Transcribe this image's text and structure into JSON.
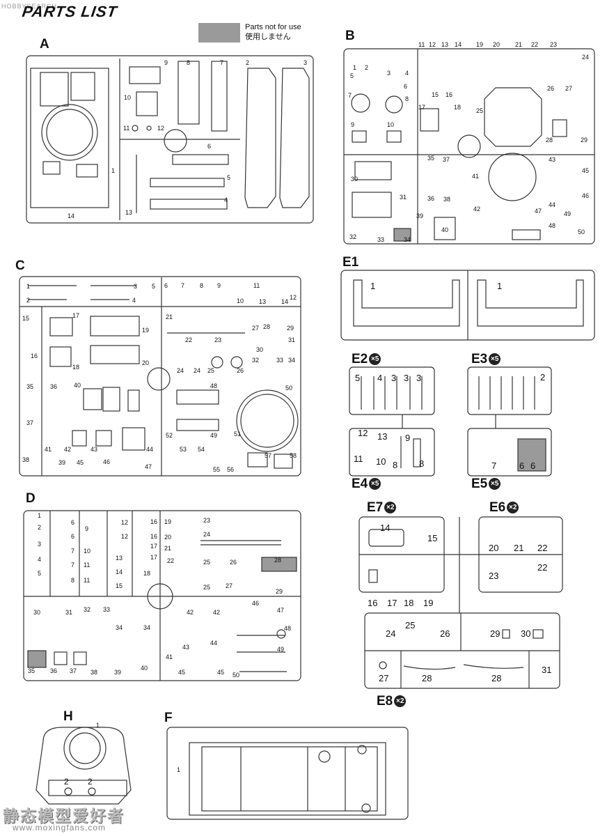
{
  "header": {
    "title": "PARTS LIST",
    "watermark_top": "HOBBYSEARCH"
  },
  "legend": {
    "line1": "Parts not for use",
    "line2": "使用しません"
  },
  "sections": {
    "A": "A",
    "B": "B",
    "C": "C",
    "D": "D",
    "E1": "E1",
    "E2": "E2",
    "E3": "E3",
    "E4": "E4",
    "E5": "E5",
    "E6": "E6",
    "E7": "E7",
    "E8": "E8",
    "F": "F",
    "H": "H"
  },
  "multipliers": {
    "E2": "×5",
    "E3": "×5",
    "E4": "×5",
    "E5": "×5",
    "E6": "×2",
    "E7": "×2",
    "E8": "×2"
  },
  "part_numbers": {
    "A": [
      "1",
      "2",
      "3",
      "4",
      "5",
      "6",
      "7",
      "8",
      "9",
      "10",
      "11",
      "12",
      "13",
      "14"
    ],
    "B": [
      "1",
      "2",
      "3",
      "4",
      "5",
      "6",
      "7",
      "8",
      "9",
      "10",
      "11",
      "12",
      "13",
      "14",
      "15",
      "16",
      "17",
      "18",
      "19",
      "20",
      "21",
      "22",
      "23",
      "24",
      "25",
      "26",
      "27",
      "28",
      "29",
      "30",
      "31",
      "32",
      "33",
      "34",
      "35",
      "36",
      "37",
      "38",
      "39",
      "40",
      "41",
      "42",
      "43",
      "44",
      "45",
      "46",
      "47",
      "48",
      "49",
      "50"
    ],
    "C": [
      "1",
      "2",
      "3",
      "4",
      "5",
      "6",
      "7",
      "8",
      "9",
      "10",
      "11",
      "12",
      "13",
      "14",
      "15",
      "16",
      "17",
      "18",
      "19",
      "20",
      "21",
      "22",
      "23",
      "24",
      "24",
      "25",
      "26",
      "27",
      "28",
      "29",
      "30",
      "31",
      "32",
      "33",
      "34",
      "35",
      "36",
      "37",
      "38",
      "39",
      "40",
      "41",
      "42",
      "43",
      "44",
      "45",
      "46",
      "47",
      "48",
      "49",
      "50",
      "51",
      "52",
      "53",
      "54",
      "55",
      "56",
      "57",
      "58"
    ],
    "D": [
      "1",
      "2",
      "3",
      "4",
      "5",
      "6",
      "6",
      "7",
      "7",
      "8",
      "9",
      "10",
      "11",
      "11",
      "12",
      "12",
      "13",
      "14",
      "15",
      "16",
      "16",
      "17",
      "17",
      "18",
      "19",
      "20",
      "21",
      "22",
      "23",
      "24",
      "25",
      "25",
      "26",
      "27",
      "28",
      "29",
      "30",
      "31",
      "32",
      "33",
      "34",
      "34",
      "35",
      "36",
      "37",
      "38",
      "39",
      "40",
      "41",
      "42",
      "42",
      "43",
      "44",
      "45",
      "45",
      "46",
      "47",
      "48",
      "49",
      "50"
    ],
    "E1": [
      "1",
      "1"
    ],
    "E2": [
      "5",
      "4",
      "3",
      "3",
      "3"
    ],
    "E3": [
      "2"
    ],
    "E4": [
      "12",
      "13",
      "9",
      "11",
      "10",
      "8",
      "8"
    ],
    "E5": [
      "7",
      "6",
      "6"
    ],
    "E7": [
      "14",
      "15",
      "16",
      "17",
      "18",
      "19"
    ],
    "E6": [
      "20",
      "21",
      "22",
      "23",
      "22"
    ],
    "E8": [
      "24",
      "25",
      "26",
      "29",
      "30",
      "27",
      "28",
      "28",
      "31"
    ],
    "H": [
      "1",
      "2",
      "2"
    ],
    "F": [
      "1"
    ]
  },
  "watermark_bottom": "静态模型爱好者",
  "watermark_url": "www.moxingfans.com"
}
